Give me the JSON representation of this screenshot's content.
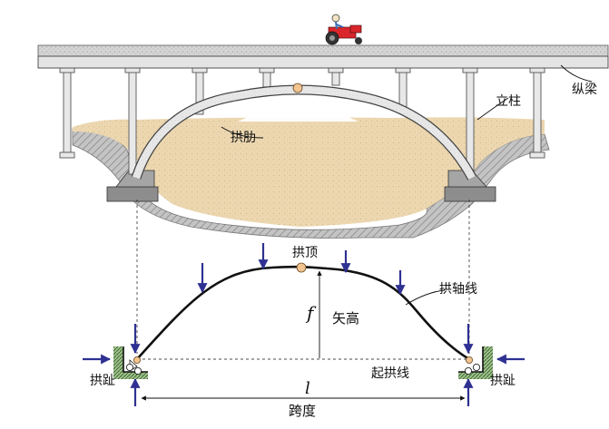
{
  "labels": {
    "longitudinal_beam": "纵梁",
    "column": "立柱",
    "arch_rib": "拱肋",
    "crown": "拱顶",
    "arch_axis": "拱轴线",
    "rise_symbol": "f",
    "rise": "矢高",
    "springing_line": "起拱线",
    "span_symbol": "l",
    "span": "跨度",
    "skewback_left": "拱趾",
    "skewback_right": "拱趾"
  },
  "colors": {
    "tractor_body": "#d9262b",
    "load_arrow": "#2e3192",
    "soil": "#ecd7b0",
    "rock": "#bdbdbd",
    "deck": "#cfcfcf",
    "arch_rib": "#e6e6e6",
    "hinge": "#f2c48f"
  },
  "icons": {
    "vehicle": "tractor-icon"
  }
}
